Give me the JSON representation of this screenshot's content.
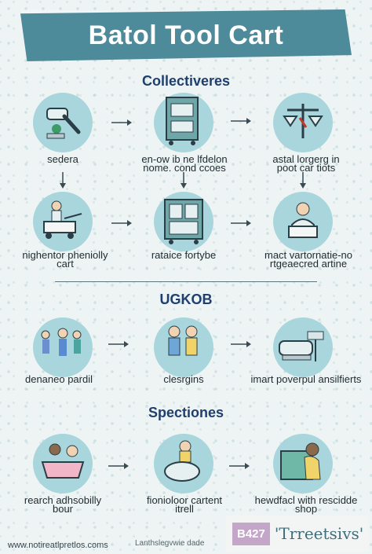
{
  "title": "Batol Tool Cart",
  "sections": [
    {
      "title": "Collectiveres"
    },
    {
      "title": "UGKOB"
    },
    {
      "title": "Spectiones"
    }
  ],
  "labels": {
    "r1c1": "sedera",
    "r1c2a": "en-ow ib ne lfdelon",
    "r1c2b": "nome. cond ccoes",
    "r1c3a": "astal lorgerg in",
    "r1c3b": "poot car tiots",
    "r2c1a": "nighentor pheniolly",
    "r2c1b": "cart",
    "r2c2": "rataice fortybe",
    "r2c3a": "mact vartornatie-no",
    "r2c3b": "rtgeaecred artine",
    "r3c1": "denaneo pardil",
    "r3c2": "clesrgins",
    "r3c3": "imart poverpul ansilfierts",
    "r4c1a": "rearch adhsobilly",
    "r4c1b": "bour",
    "r4c2a": "fionioloor cartent",
    "r4c2b": "itrell",
    "r4c3a": "hewdfacl with rescidde",
    "r4c3b": "shop"
  },
  "footer": {
    "url": "www.notireatlpretlos.coms",
    "mid": "Lanthslegvwie dade",
    "badge_num": "B427",
    "badge_word": "'Trreetsivs'"
  },
  "icons": {
    "r1c1": "tool-arm-icon",
    "r1c2": "cart-cabinet-icon",
    "r1c3": "scale-icon",
    "r2c1": "person-on-cart-icon",
    "r2c2": "storage-cabinet-icon",
    "r2c3": "worker-desk-icon",
    "r3c1": "family-group-icon",
    "r3c2": "two-people-icon",
    "r3c3": "machine-unit-icon",
    "r4c1": "child-bath-icon",
    "r4c2": "person-with-basket-icon",
    "r4c3": "woman-with-cart-icon"
  },
  "colors": {
    "banner": "#4d8a9a",
    "node": "#a9d6dc",
    "heading": "#1f3f6e"
  }
}
